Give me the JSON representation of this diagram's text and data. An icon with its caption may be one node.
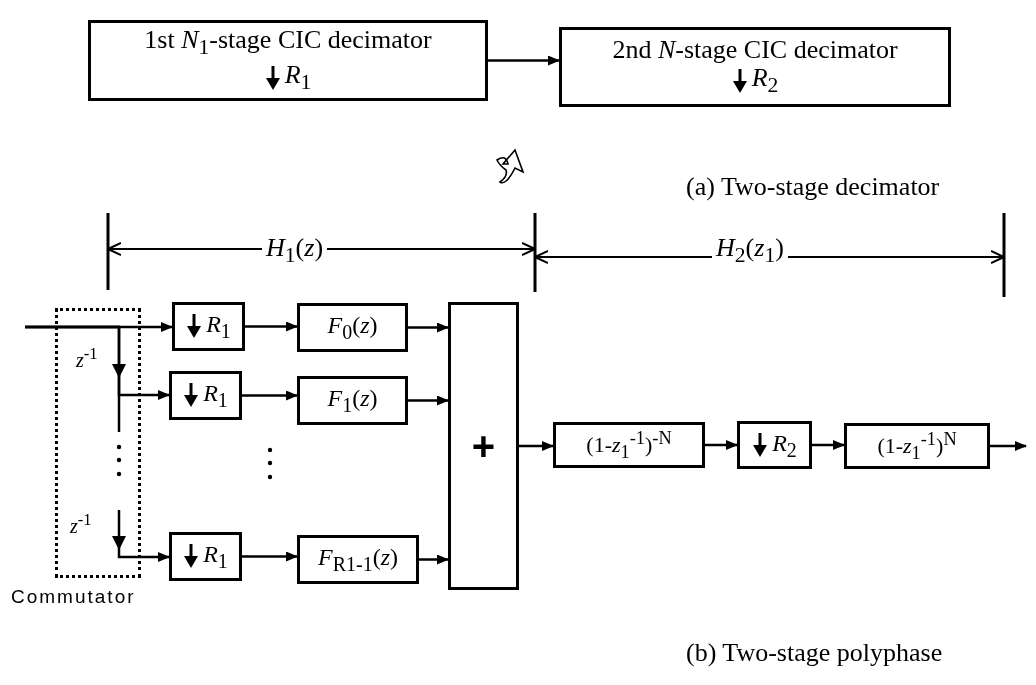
{
  "diagram": {
    "nodes": [
      {
        "text": [
          "1st *N*$_{1}$-stage CIC decimator",
          "*R*$_{1}$"
        ]
      },
      {
        "text": [
          "2nd *N*-stage CIC decimator",
          "*R*$_{2}$"
        ]
      },
      {
        "text": [
          "Commutator"
        ]
      },
      {
        "text": [
          "*R*$_{1}$"
        ]
      },
      {
        "text": [
          "*F*$_{0}$(*z*)"
        ]
      },
      {
        "text": [
          "*R*$_{1}$"
        ]
      },
      {
        "text": [
          "*F*$_{1}$(*z*)"
        ]
      },
      {
        "text": [
          "*R*$_{1}$"
        ]
      },
      {
        "text": [
          "*F*$_{R1-1}$(*z*)"
        ]
      },
      {
        "text": [
          "+"
        ]
      },
      {
        "text": [
          "(1-*z*$_{1}$$^{-1}$)$^{-N}$"
        ]
      },
      {
        "text": [
          "*R*$_{2}$"
        ]
      },
      {
        "text": [
          "(1-*z*$_{1}$$^{-1}$)$^{N}$"
        ]
      }
    ],
    "edges": [
      {
        "from": 0,
        "to": 1,
        "arrow": "to"
      },
      {
        "from": null,
        "to": 3,
        "arrow": "to"
      },
      {
        "from": null,
        "to": 5,
        "arrow": "to"
      },
      {
        "from": null,
        "to": 7,
        "arrow": "to"
      },
      {
        "from": 3,
        "to": 4,
        "arrow": "to"
      },
      {
        "from": 5,
        "to": 6,
        "arrow": "to"
      },
      {
        "from": 7,
        "to": 8,
        "arrow": "to"
      },
      {
        "from": 4,
        "to": 9,
        "arrow": "to"
      },
      {
        "from": 6,
        "to": 9,
        "arrow": "to"
      },
      {
        "from": 8,
        "to": 9,
        "arrow": "to"
      },
      {
        "from": 9,
        "to": 10,
        "arrow": "to"
      },
      {
        "from": 10,
        "to": 11,
        "arrow": "to"
      },
      {
        "from": 11,
        "to": 12,
        "arrow": "to"
      },
      {
        "from": 12,
        "to": null,
        "arrow": "to"
      }
    ],
    "labels": [
      "(a) Two-stage decimator",
      "*H*$_{1}$(*z*)",
      "*H*$_{2}$(*z*$_{1}$)",
      "*z*$^{-1}$",
      "*z*$^{-1}$",
      "(b) Two-stage polyphase"
    ]
  }
}
